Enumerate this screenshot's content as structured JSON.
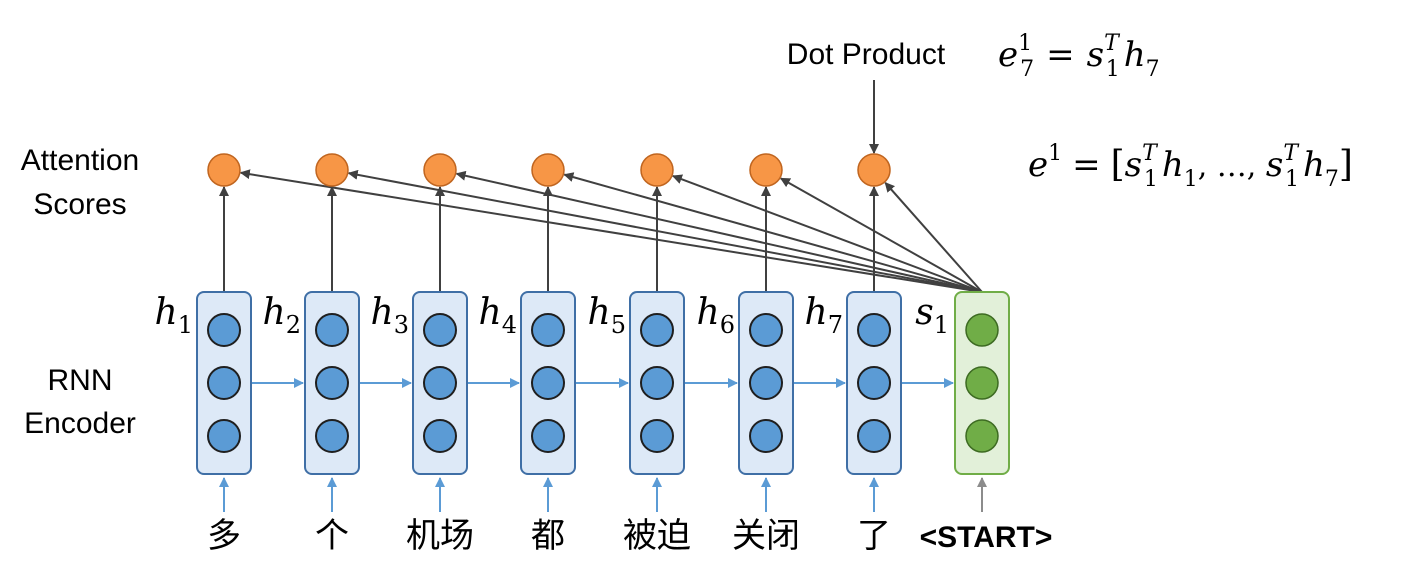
{
  "labels": {
    "attention_line1": "Attention",
    "attention_line2": "Scores",
    "rnn_line1": "RNN",
    "rnn_line2": "Encoder",
    "dot_product": "Dot Product"
  },
  "encoder": {
    "hidden_states": [
      {
        "sym": "h",
        "sub": "1"
      },
      {
        "sym": "h",
        "sub": "2"
      },
      {
        "sym": "h",
        "sub": "3"
      },
      {
        "sym": "h",
        "sub": "4"
      },
      {
        "sym": "h",
        "sub": "5"
      },
      {
        "sym": "h",
        "sub": "6"
      },
      {
        "sym": "h",
        "sub": "7"
      }
    ],
    "tokens": [
      "多",
      "个",
      "机场",
      "都",
      "被迫",
      "关闭",
      "了"
    ]
  },
  "decoder": {
    "state": {
      "sym": "s",
      "sub": "1"
    },
    "token": "<START>"
  },
  "equations": {
    "e7": {
      "lhs": "e",
      "lhs_sup": "1",
      "lhs_sub": "7",
      "eq": "=",
      "s": "s",
      "s_sup": "T",
      "s_sub": "1",
      "h": "h",
      "h_sub": "7"
    },
    "e": {
      "lhs": "e",
      "lhs_sup": "1",
      "eq": "=",
      "open": "[",
      "s": "s",
      "s_sup": "T",
      "s_sub": "1",
      "h": "h",
      "h_sub_first": "1",
      "sep": ", …, ",
      "h_sub_last": "7",
      "close": "]"
    }
  },
  "colors": {
    "encoder_fill": "#dde9f7",
    "encoder_stroke": "#3f6fa6",
    "encoder_dot": "#5b9bd5",
    "decoder_fill": "#e2f0d9",
    "decoder_stroke": "#70ad47",
    "decoder_dot": "#70ad47",
    "score_dot": "#f79646",
    "score_stroke": "#c0651f",
    "blue_arrow": "#5b9bd5",
    "dark_arrow": "#404040",
    "gray_arrow": "#8c8c8c"
  }
}
